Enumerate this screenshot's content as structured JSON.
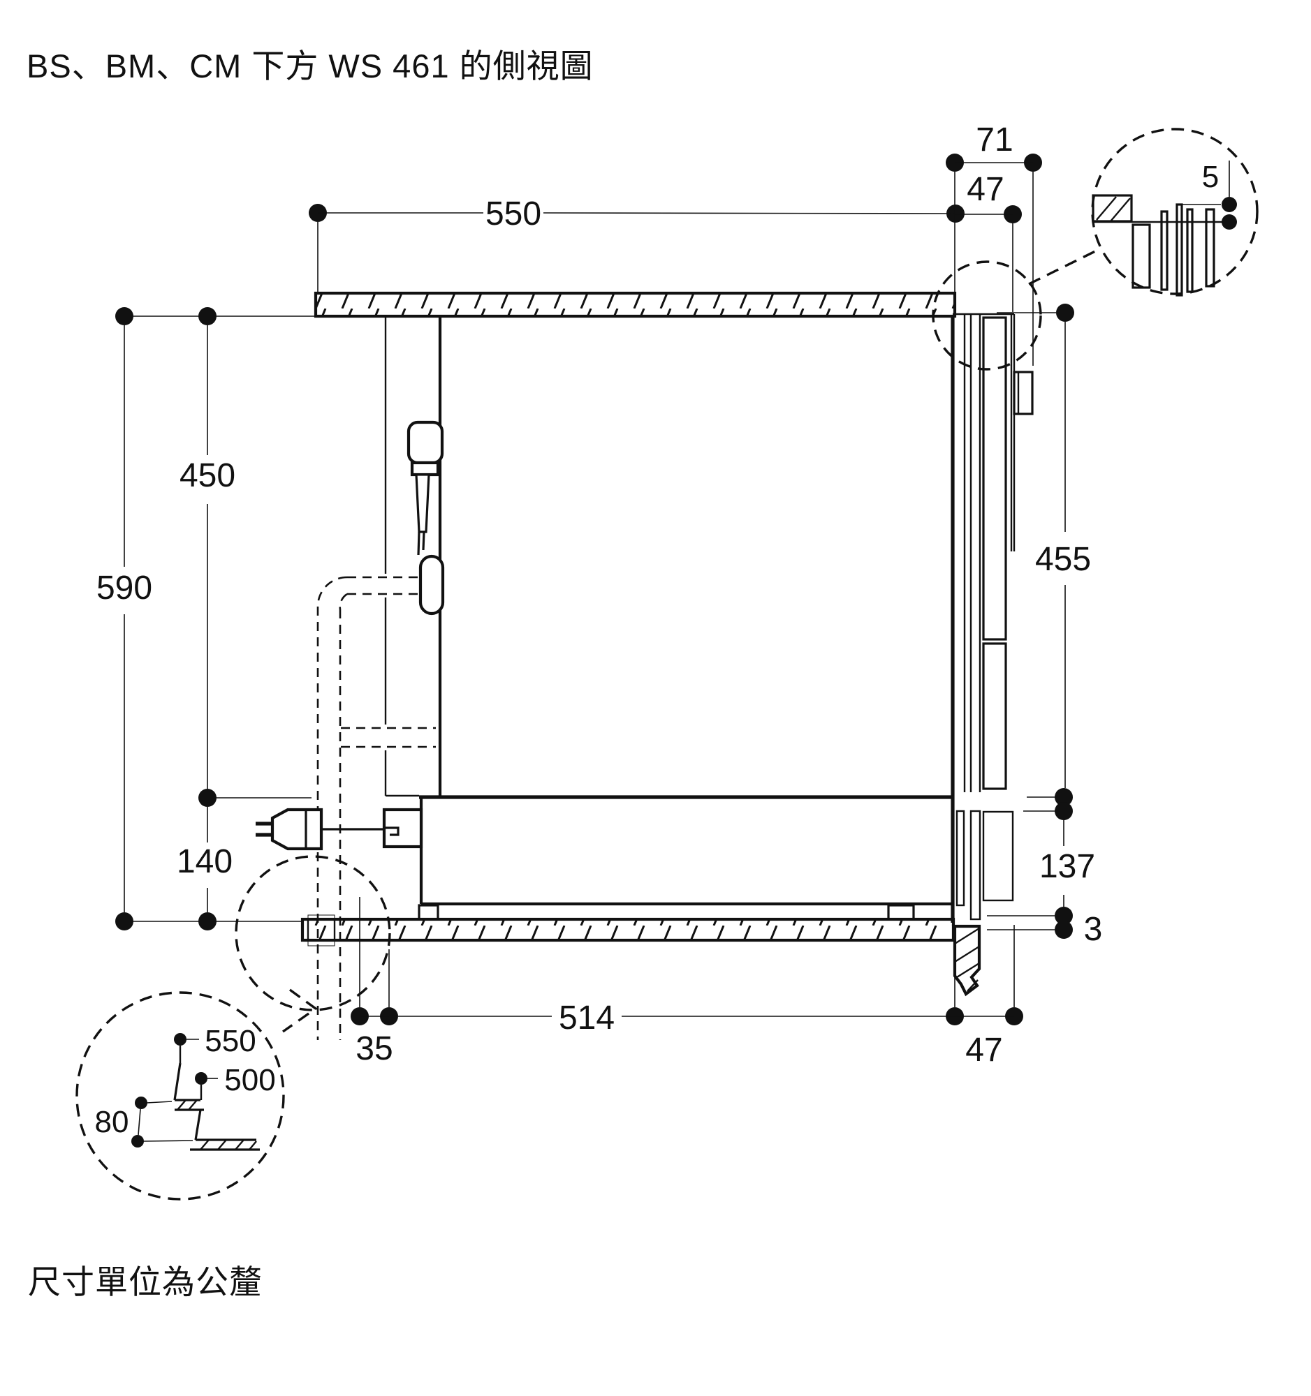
{
  "title": "BS、BM、CM 下方 WS 461 的側視圖",
  "footnote": "尺寸單位為公釐",
  "colors": {
    "ink": "#111111",
    "background": "#ffffff"
  },
  "dimensions": {
    "countertop_width": "550",
    "wall_clearance_top": "71",
    "trim_width_top": "47",
    "detail_gap": "5",
    "niche_height": "450",
    "total_height": "590",
    "drawer_zone_height": "140",
    "side_height": "455",
    "lower_side_height": "137",
    "shelf_gap": "3",
    "niche_depth": "514",
    "back_clearance": "35",
    "trim_width_bottom": "47",
    "detail_depth_full": "550",
    "detail_depth_inner": "500",
    "detail_step_height": "80"
  }
}
